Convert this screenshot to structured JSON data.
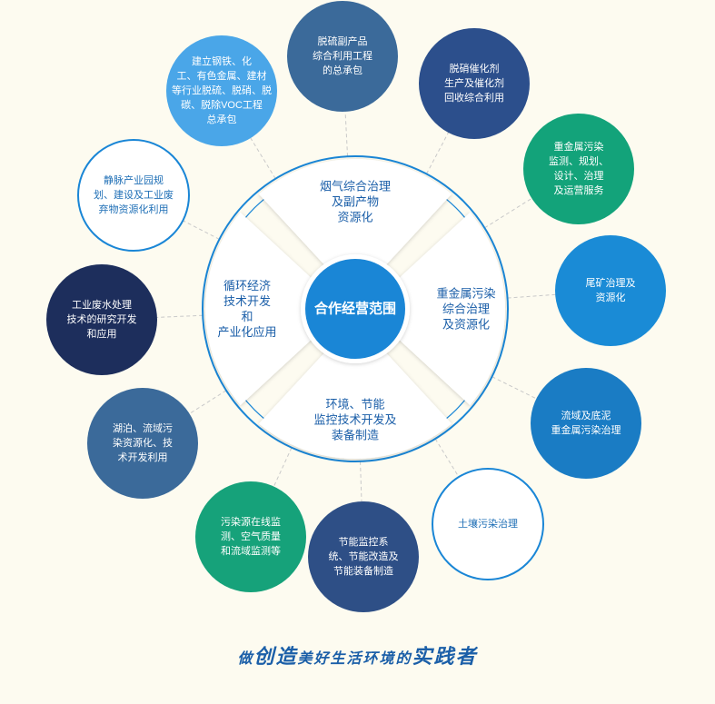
{
  "center": {
    "label": "合作经营范围",
    "color": "#1a86d6"
  },
  "sectors": [
    {
      "id": "top",
      "lines": [
        "烟气综合治理",
        "及副产物",
        "资源化"
      ]
    },
    {
      "id": "right",
      "lines": [
        "重金属污染",
        "综合治理",
        "及资源化"
      ]
    },
    {
      "id": "bottom",
      "lines": [
        "环境、节能",
        "监控技术开发及",
        "装备制造"
      ]
    },
    {
      "id": "left",
      "lines": [
        "循环经济",
        "技术开发",
        "和",
        "产业化应用"
      ]
    }
  ],
  "circles": [
    {
      "lines": [
        "脱硫副产品",
        "综合利用工程",
        "的总承包"
      ],
      "color": "#3b6a9a",
      "style": "filled"
    },
    {
      "lines": [
        "脱硝催化剂",
        "生产及催化剂",
        "回收综合利用"
      ],
      "color": "#2c4f8c",
      "style": "filled"
    },
    {
      "lines": [
        "重金属污染",
        "监测、规划、",
        "设计、治理",
        "及运营服务"
      ],
      "color": "#13a37a",
      "style": "filled"
    },
    {
      "lines": [
        "尾矿治理及",
        "资源化"
      ],
      "color": "#1a8bd6",
      "style": "filled"
    },
    {
      "lines": [
        "流域及底泥",
        "重金属污染治理"
      ],
      "color": "#1a7cc4",
      "style": "filled"
    },
    {
      "lines": [
        "土壤污染治理"
      ],
      "color": "#1a86d6",
      "style": "outline"
    },
    {
      "lines": [
        "节能监控系",
        "统、节能改造及",
        "节能装备制造"
      ],
      "color": "#2e4f86",
      "style": "filled"
    },
    {
      "lines": [
        "污染源在线监",
        "测、空气质量",
        "和流域监测等"
      ],
      "color": "#16a27a",
      "style": "filled"
    },
    {
      "lines": [
        "湖泊、流域污",
        "染资源化、技",
        "术开发利用"
      ],
      "color": "#3b6a9a",
      "style": "filled"
    },
    {
      "lines": [
        "工业废水处理",
        "技术的研究开发",
        "和应用"
      ],
      "color": "#1d2e5c",
      "style": "filled"
    },
    {
      "lines": [
        "静脉产业园规",
        "划、建设及工业废",
        "弃物资源化利用"
      ],
      "color": "#1a86d6",
      "style": "outline"
    },
    {
      "lines": [
        "建立钢铁、化",
        "工、有色金属、建材",
        "等行业脱硫、脱硝、脱",
        "碳、脱除VOC工程",
        "总承包"
      ],
      "color": "#4aa6e8",
      "style": "filled"
    }
  ],
  "slogan": {
    "pre": "做",
    "big1": "创造",
    "mid": "美好生活环境的",
    "big2": "实践者"
  }
}
